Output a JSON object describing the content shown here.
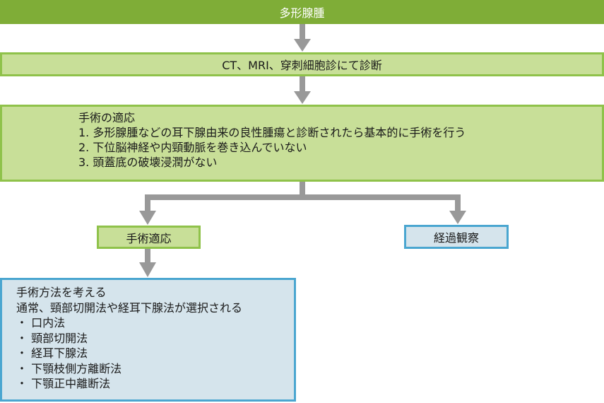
{
  "title": "多形腺腫",
  "diagnosis": "CT、MRI、穿刺細胞診にて診断",
  "indication": {
    "heading": "手術の適応",
    "items": [
      "1.  多形腺腫などの耳下腺由来の良性腫瘍と診断されたら基本的に手術を行う",
      "2.  下位脳神経や内頸動脈を巻き込んでいない",
      "3.  頭蓋底の破壊浸潤がない"
    ]
  },
  "branches": {
    "surgery": "手術適応",
    "observation": "経過観察"
  },
  "method": {
    "heading": "手術方法を考える",
    "subheading": "通常、頸部切開法や経耳下腺法が選択される",
    "items": [
      "・ 口内法",
      "・ 頸部切開法",
      "・ 経耳下腺法",
      "・ 下顎枝側方離断法",
      "・ 下顎正中離断法"
    ]
  },
  "colors": {
    "title_bg": "#7fad37",
    "green_fill": "#c8df98",
    "green_border": "#8fc24a",
    "blue_fill": "#d5e4ec",
    "blue_border": "#4aa6d0",
    "arrow": "#999999"
  }
}
